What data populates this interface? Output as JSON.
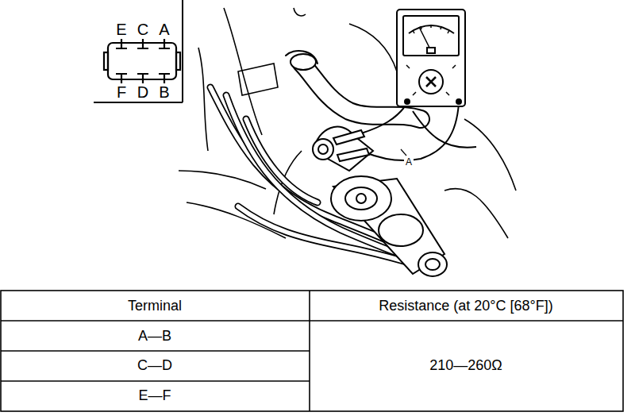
{
  "diagram": {
    "labels": [
      "E",
      "C",
      "A",
      "F",
      "D",
      "B",
      "A",
      "Terminal",
      "Resistance (at 20°C [68°F])",
      "A—B",
      "C—D",
      "E—F",
      "210—260Ω"
    ]
  }
}
